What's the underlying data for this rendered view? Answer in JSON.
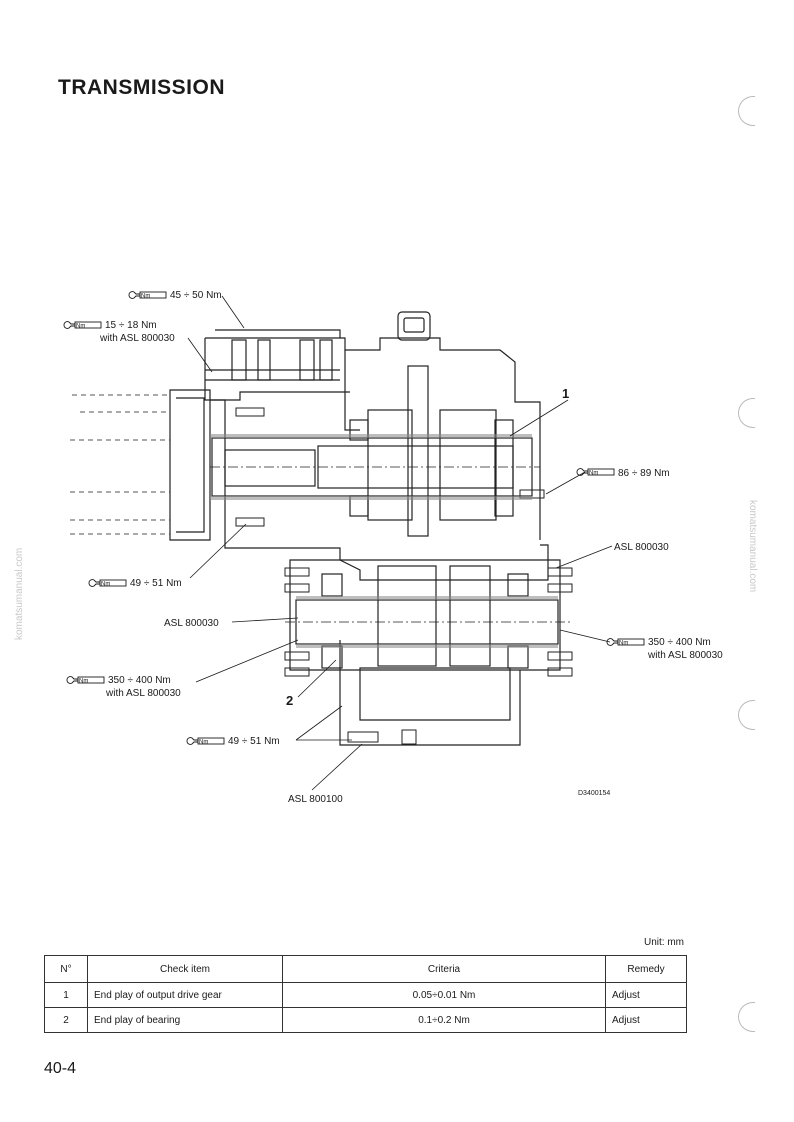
{
  "page": {
    "title": "TRANSMISSION",
    "watermark": "komatsumanual.com",
    "page_number": "40-4"
  },
  "diagram": {
    "wrench_tag": "Nm",
    "torques": [
      {
        "value": "45 ÷ 50 Nm"
      },
      {
        "value": "15 ÷ 18 Nm",
        "note": "with ASL 800030"
      },
      {
        "value": "86 ÷ 89 Nm"
      },
      {
        "value": "49 ÷ 51 Nm"
      },
      {
        "value": "350 ÷ 400 Nm",
        "note": "with ASL 800030"
      },
      {
        "value": "350 ÷ 400 Nm",
        "note": "with ASL 800030"
      },
      {
        "value": "49 ÷ 51 Nm"
      }
    ],
    "sealants": [
      "ASL 800030",
      "ASL 800030",
      "ASL 800100"
    ],
    "callouts": [
      "1",
      "2"
    ],
    "drawing_code": "D3400154"
  },
  "table": {
    "unit": "Unit: mm",
    "headers": [
      "N°",
      "Check item",
      "Criteria",
      "Remedy"
    ],
    "rows": [
      {
        "no": "1",
        "item": "End play of output drive gear",
        "criteria": "0.05÷0.01 Nm",
        "remedy": "Adjust"
      },
      {
        "no": "2",
        "item": "End play of bearing",
        "criteria": "0.1÷0.2 Nm",
        "remedy": "Adjust"
      }
    ]
  }
}
